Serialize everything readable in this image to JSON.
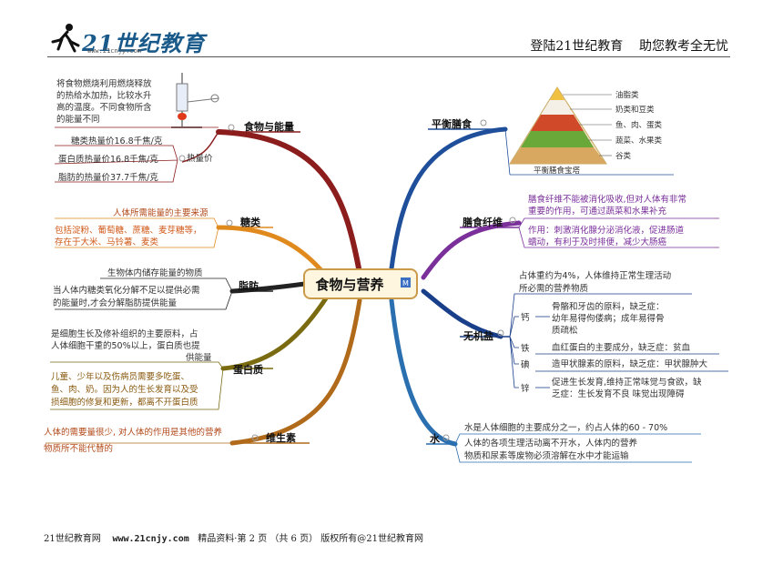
{
  "header": {
    "logo_text": "21世纪教育",
    "logo_url": "www.21cnjy.com",
    "slogan": "登陆21世纪教育    助您教考全无忧"
  },
  "footer": {
    "left": "21世纪教育网",
    "url": "www.21cnjy.com",
    "right": "精品资料·第 2 页 （共 6 页） 版权所有@21世纪教育网"
  },
  "center": {
    "title": "食物与营养",
    "badge": "M"
  },
  "branches": {
    "energy": {
      "label": "食物与能量",
      "experiment": [
        "将食物燃烧利用燃烧释放",
        "的热给水加热，比较水升",
        "高的温度。不同食物所含",
        "的能量不同"
      ],
      "heat_label": "热量价",
      "heat_values": [
        "糖类热量价16.8千焦/克",
        "蛋白质热量价16.8千焦/克",
        "脂肪的热量价37.7千焦/克"
      ]
    },
    "sugar": {
      "label": "糖类",
      "notes": [
        "人体所需能量的主要来源"
      ],
      "detail": [
        "包括淀粉、葡萄糖、蔗糖、麦芽糖等，",
        "存在于大米、马铃薯、麦类"
      ]
    },
    "fat": {
      "label": "脂肪",
      "notes": [
        "生物体内储存能量的物质"
      ],
      "detail": [
        "当人体内糖类氧化分解不足以提供必需",
        "的能量时,才会分解脂肪提供能量"
      ]
    },
    "protein": {
      "label": "蛋白质",
      "notes": [
        "是细胞生长及修补组织的主要原料，占",
        "人体细胞干重的50%以上，蛋白质也提",
        "供能量"
      ],
      "detail": [
        "儿童、少年以及伤病员需要多吃蛋、",
        "鱼、肉、奶。因为人的生长发育以及受",
        "损细胞的修复和更新，都离不开蛋白质"
      ]
    },
    "vitamin": {
      "label": "维生素",
      "notes": [
        "人体的需要量很少, 对人体的作用是其他的营养",
        "物质所不能代替的"
      ]
    },
    "balanced": {
      "label": "平衡膳食",
      "pyramid_levels": [
        "油脂类",
        "奶类和豆类",
        "鱼、肉、蛋类",
        "蔬菜、水果类",
        "谷类"
      ],
      "pyramid_caption": "平衡膳食宝塔"
    },
    "fiber": {
      "label": "膳食纤维",
      "note1": [
        "膳食纤维不能被消化吸收,但对人体有非常",
        "重要的作用，可通过蔬菜和水果补充"
      ],
      "note2": [
        "作用：刺激消化腺分泌消化液，促进肠道",
        "蠕动，有利于及时排便，减少大肠癌"
      ]
    },
    "minerals": {
      "label": "无机盐",
      "summary": [
        "占体重约为4%，人体维持正常生理活动",
        "所必需的营养物质"
      ],
      "items": [
        {
          "name": "钙",
          "text": [
            "骨骼和牙齿的原料，缺乏症：",
            "幼年易得佝偻病；成年易得骨",
            "质疏松"
          ]
        },
        {
          "name": "铁",
          "text": [
            "血红蛋白的主要成分，缺乏症：贫血"
          ]
        },
        {
          "name": "碘",
          "text": [
            "造甲状腺素的原料，缺乏症：甲状腺肿大"
          ]
        },
        {
          "name": "锌",
          "text": [
            "促进生长发育,维持正常味觉与食欲，缺",
            "乏症：生长发育不良 味觉出现障碍"
          ]
        }
      ]
    },
    "water": {
      "label": "水",
      "note1": [
        "水是人体细胞的主要成分之一，约占人体的60 - 70%"
      ],
      "note2": [
        "人体的各项生理活动离不开水，人体内的营养",
        "物质和尿素等废物必须溶解在水中才能运输"
      ]
    }
  },
  "colors": {
    "energy": "#8b1d1d",
    "sugar": "#e08a1e",
    "fat": "#222222",
    "protein": "#7a6a10",
    "vitamin": "#b06a1a",
    "balanced": "#1f4f9a",
    "fiber": "#7a2f9a",
    "minerals": "#1a3f8a",
    "water": "#2a6fb0"
  }
}
